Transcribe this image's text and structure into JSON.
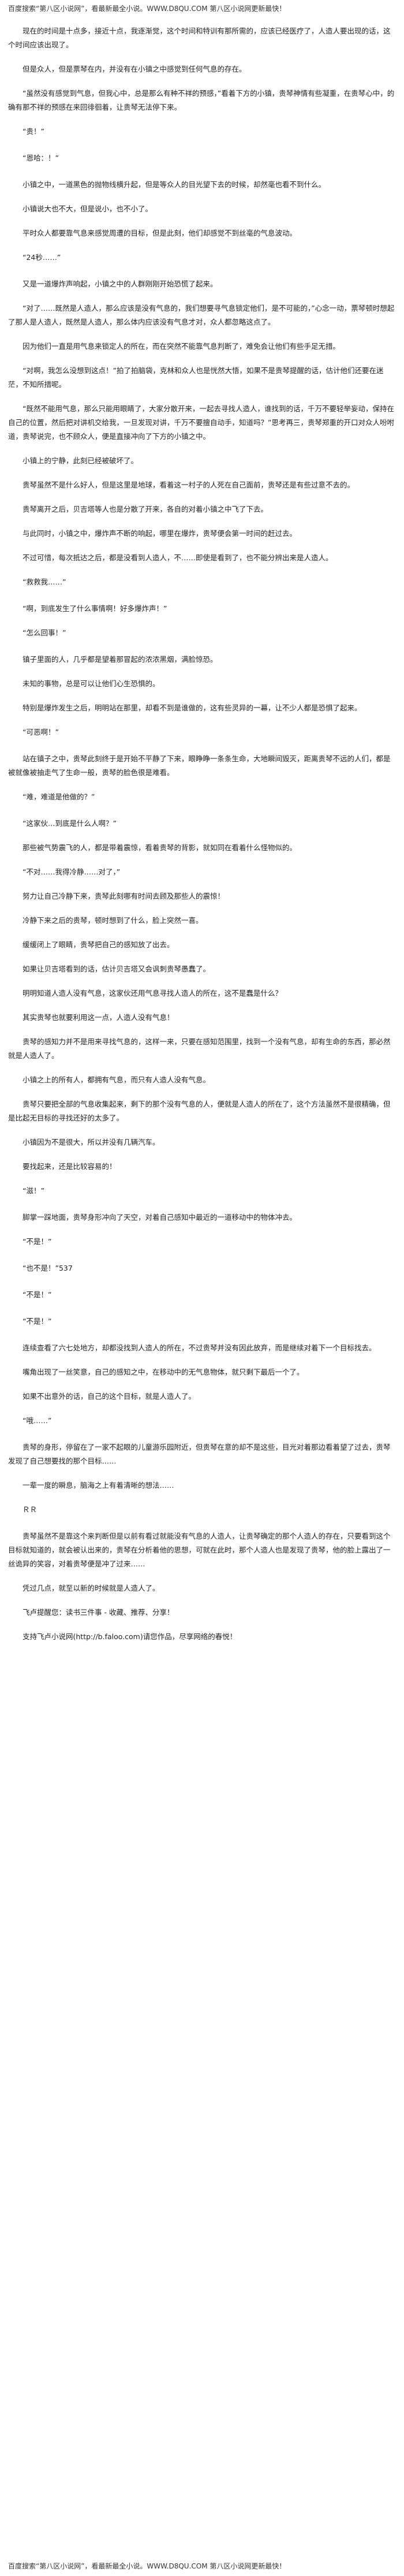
{
  "banner_top": "百度搜索“第八区小说网”，看最新最全小说。WWW.D8QU.COM  第八区小说网更新最快！",
  "banner_bottom": "百度搜索“第八区小说网”，看最新最全小说。WWW.D8QU.COM  第八区小说网更新最快！",
  "paragraphs": [
    "现在的时间是十点多，接近十点，我逐渐觉，这个时间和特训有那所需的，应该已经医疗了，人造人要出现的话，这个时间应该出现了。",
    "但是众人，但是票琴在内，并没有在小镇之中感觉到任何气息的存在。",
    "“虽然没有感觉到气息，但我心中，总是那么有种不祥的预感，”看着下方的小镇，贵琴神情有些凝重，在贵琴心中，的确有那不祥的预感在来回徘徊着，让贵琴无法停下来。",
    "“贵！”",
    "“恩哈：！”",
    "小镇之中，一道黑色的抛物线横升起，但是等众人的目光望下去的时候，却然毫也看不到什么。",
    "小镇说大也不大，但是说小，也不小了。",
    "平时众人都要靠气息来感觉周遭的目标，但是此刻，他们却感觉不到丝毫的气息波动。",
    "“24秒……”",
    "又是一道爆炸声响起，小镇之中的人群刚刚开始恐慌了起来。",
    "“对了……既然是人造人，那么应该是没有气息的，我们想要寻气息锁定他们，是不可能的，”心念一动，票琴顿时想起了那人是人造人，既然是人造人，那么体内应该没有气息才对，众人都忽略这点了。",
    "因为他们一直是用气息来锁定人的所在，而在突然不能靠气息判断了，难免会让他们有些手足无措。",
    "“对啊，我怎么没想到这点！”拍了拍脑袋，克林和众人也是恍然大悟，如果不是贵琴提醒的话，估计他们还要在迷茫，不知所措呢。",
    "“既然不能用气息，那么只能用眼睛了，大家分散开来，一起去寻找人造人，谁找到的话，千万不要轻举妄动，保持在自己的位置，然后把对讲机交给我，一旦发现对讲，千万不要擅自动手，知道吗？”思考再三，贵琴郑重的开口对众人吩咐道，贵琴说完，也不顾众人，便是直接冲向了下方的小镇之中。",
    "小镇上的宁静，此刻已经被破坏了。",
    "贵琴虽然不是什么好人，但是这里是地球，看着这一村子的人死在自己面前，贵琴还是有些过意不去的。",
    "贵琴离开之后，贝吉塔等人也是分散了开来，各自的对着小镇之中飞了下去。",
    "与此同时，小镇之中，爆炸声不断的响起，哪里在爆炸，贵琴便会第一时间的赶过去。",
    "不过可惜，每次抵达之后，都是没看到人造人，不……即使是看到了，也不能分辨出来是人造人。",
    "“救救我……”",
    "“啊，到底发生了什么事情啊！好多爆炸声！”",
    "“怎么回事！”",
    "镇子里面的人，几乎都是望着那冒起的浓浓黑烟，满脸惊恐。",
    "未知的事物，总是可以让他们心生恐惧的。",
    "特别是爆炸发生之后，明明站在那里，却看不到是谁做的，这有些灵异的一幕，让不少人都是恐惧了起来。",
    "“可恶啊！”",
    "站在镇子之中，贵琴此刻终于是开始不平静了下来，眼睁睁一条条生命，大地瞬间毁灭，距离贵琴不远的人们，都是被就像被抽走气了生命一般，贵琴的脸色很是难看。",
    "“难，难道是他做的？”",
    "“这家伙…到底是什么人啊？”",
    "那些被气势震飞的人，都是带着震惊，看着贵琴的背影，就如同在看着什么怪物似的。",
    "“不对……我得冷静……对了，”",
    "努力让自己冷静下来，贵琴此刻哪有时间去顾及那些人的震惊！",
    "冷静下来之后的贵琴，顿时想到了什么，脸上突然一喜。",
    "缓缓闭上了眼睛，贵琴把自己的感知放了出去。",
    "如果让贝吉塔看到的话，估计贝吉塔又会讽刺贵琴愚蠢了。",
    "明明知道人造人没有气息，这家伙还用气息寻找人造人的所在，这不是蠢是什么？",
    "其实贵琴也就要利用这一点，人造人没有气息！",
    "贵琴的感知力并不是用来寻找气息的，这样一来，只要在感知范围里，找到一个没有气息，却有生命的东西，那必然就是人造人了。",
    "小镇之上的所有人，都拥有气息，而只有人造人没有气息。",
    "贵琴只要把全部的气息收集起来，剩下的那个没有气息的人，便就是人造人的所在了，这个方法虽然不是很精确，但是比起无目标的寻找还好的太多了。",
    "小镇因为不是很大，所以并没有几辆汽车。",
    "要找起来，还是比较容易的！",
    "“滋！”",
    "脚掌一踩地面，贵琴身形冲向了天空，对着自己感知中最近的一道移动中的物体冲去。",
    "“不是！”",
    "“也不是！”537",
    "“不是！”",
    "“不是！”",
    "连续查看了六七处地方，却都没找到人造人的所在，不过贵琴并没有因此放弃，而是继续对着下一个目标找去。",
    "嘴角出现了一丝笑意，自己的感知之中，在移动中的无气息物体，就只剩下最后一个了。",
    "如果不出意外的话，自己的这个目标，就是人造人了。",
    "“哦……”",
    "贵琴的身形，停留在了一家不起眼的儿童游乐园附近，但贵琴在意的却不是这些，目光对着那边看着望了过去，贵琴发现了自己想要找的那个目标……",
    "一辈一度的瞬息，脑海之上有着清晰的想法……",
    "ＲＲ",
    "贵琴虽然不是靠这个来判断但是以前有看过就能没有气息的人造人，让贵琴确定的那个人造人的存在，只要看到这个目标就知道的，就会被认出来的，贵琴在分析着他的思想，可就在此时，那个人造人也是发现了贵琴，他的脸上露出了一丝诡异的笑容，对着贵琴便是冲了过来……",
    "凭过几点，就至以新的时候就是人造人了。",
    "飞卢提醒您：读书三件事 - 收藏、推荐、分享！"
  ],
  "site_note": "支持飞卢小说网(http://b.faloo.com)请您作品，尽享网络的春悦！"
}
